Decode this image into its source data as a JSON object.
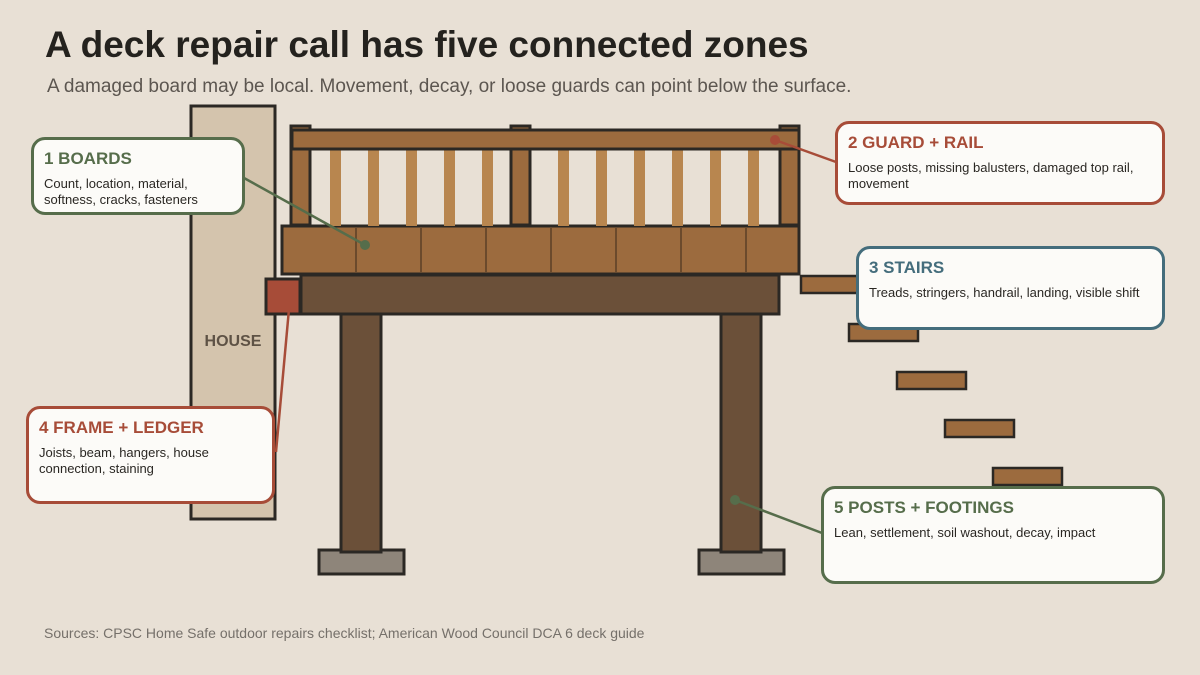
{
  "title": "A deck repair call has five connected zones",
  "subtitle": "A damaged board may be local. Movement, decay, or loose guards can point below the surface.",
  "house_label": "HOUSE",
  "zones": [
    {
      "heading": "1 BOARDS",
      "body": "Count, location, material, softness, cracks, fasteners"
    },
    {
      "heading": "2 GUARD + RAIL",
      "body": "Loose posts, missing balusters, damaged top rail, movement"
    },
    {
      "heading": "3 STAIRS",
      "body": "Treads, stringers, handrail, landing, visible shift"
    },
    {
      "heading": "4 FRAME + LEDGER",
      "body": "Joists, beam, hangers, house connection, staining"
    },
    {
      "heading": "5 POSTS + FOOTINGS",
      "body": "Lean, settlement, soil washout, decay, impact"
    }
  ],
  "sources": "Sources: CPSC Home Safe outdoor repairs checklist; American Wood Council DCA 6 deck guide",
  "colors": {
    "background": "#e8e0d5",
    "green": "#566d4b",
    "red": "#a74c38",
    "blue": "#446d7c",
    "deck_wood": "#9c6b3e",
    "frame_wood": "#6b5039",
    "baluster": "#b8864f",
    "house": "#d4c4ad",
    "footing": "#8e857a"
  }
}
